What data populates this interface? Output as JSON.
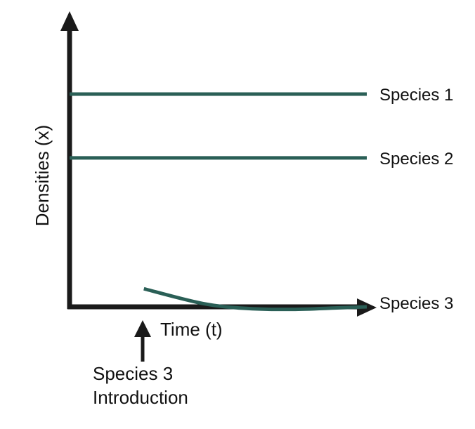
{
  "chart_data": {
    "type": "line",
    "xlabel": "Time (t)",
    "ylabel": "Densities (x)",
    "xlim": [
      0,
      10
    ],
    "ylim": [
      0,
      10
    ],
    "grid": false,
    "legend": "none",
    "series": [
      {
        "name": "Species 1",
        "x": [
          0,
          10
        ],
        "y": [
          10,
          10
        ]
      },
      {
        "name": "Species 2",
        "x": [
          0,
          10
        ],
        "y": [
          7,
          7
        ]
      },
      {
        "name": "Species 3",
        "x": [
          2.5,
          4.5,
          6,
          7.5,
          9,
          10
        ],
        "y": [
          0.85,
          0.15,
          -0.08,
          -0.12,
          -0.05,
          0
        ]
      }
    ],
    "annotation": {
      "lines": [
        "Species 3",
        "Introduction"
      ],
      "x": 2.5
    }
  },
  "colors": {
    "series": "#2a5f56",
    "axes": "#1a1a1a",
    "text": "#111111"
  }
}
